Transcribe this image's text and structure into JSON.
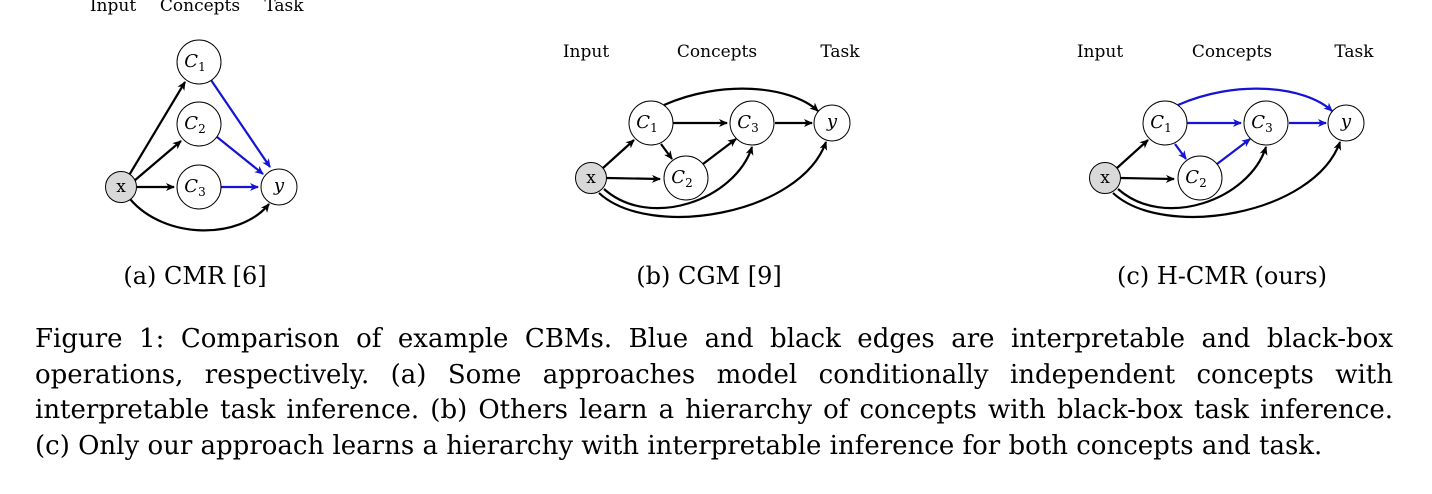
{
  "colors": {
    "interpretable_edge": "#1414d2",
    "blackbox_edge": "#000000",
    "input_node_fill": "#d9d9d9"
  },
  "diagrams": [
    {
      "headers": {
        "input": "Input",
        "concepts": "Concepts",
        "task": "Task"
      },
      "nodes": {
        "x": "x",
        "c1": "C",
        "c1_sub": "1",
        "c2": "C",
        "c2_sub": "2",
        "c3": "C",
        "c3_sub": "3",
        "y": "y"
      },
      "subcaption": "(a) CMR [6]"
    },
    {
      "headers": {
        "input": "Input",
        "concepts": "Concepts",
        "task": "Task"
      },
      "nodes": {
        "x": "x",
        "c1": "C",
        "c1_sub": "1",
        "c2": "C",
        "c2_sub": "2",
        "c3": "C",
        "c3_sub": "3",
        "y": "y"
      },
      "subcaption": "(b) CGM [9]"
    },
    {
      "headers": {
        "input": "Input",
        "concepts": "Concepts",
        "task": "Task"
      },
      "nodes": {
        "x": "x",
        "c1": "C",
        "c1_sub": "1",
        "c2": "C",
        "c2_sub": "2",
        "c3": "C",
        "c3_sub": "3",
        "y": "y"
      },
      "subcaption": "(c) H-CMR (ours)"
    }
  ],
  "caption": "Figure 1: Comparison of example CBMs. Blue and black edges are interpretable and black-box operations, respectively. (a) Some approaches model conditionally independent concepts with interpretable task inference. (b) Others learn a hierarchy of concepts with black-box task inference. (c) Only our approach learns a hierarchy with interpretable inference for both concepts and task."
}
